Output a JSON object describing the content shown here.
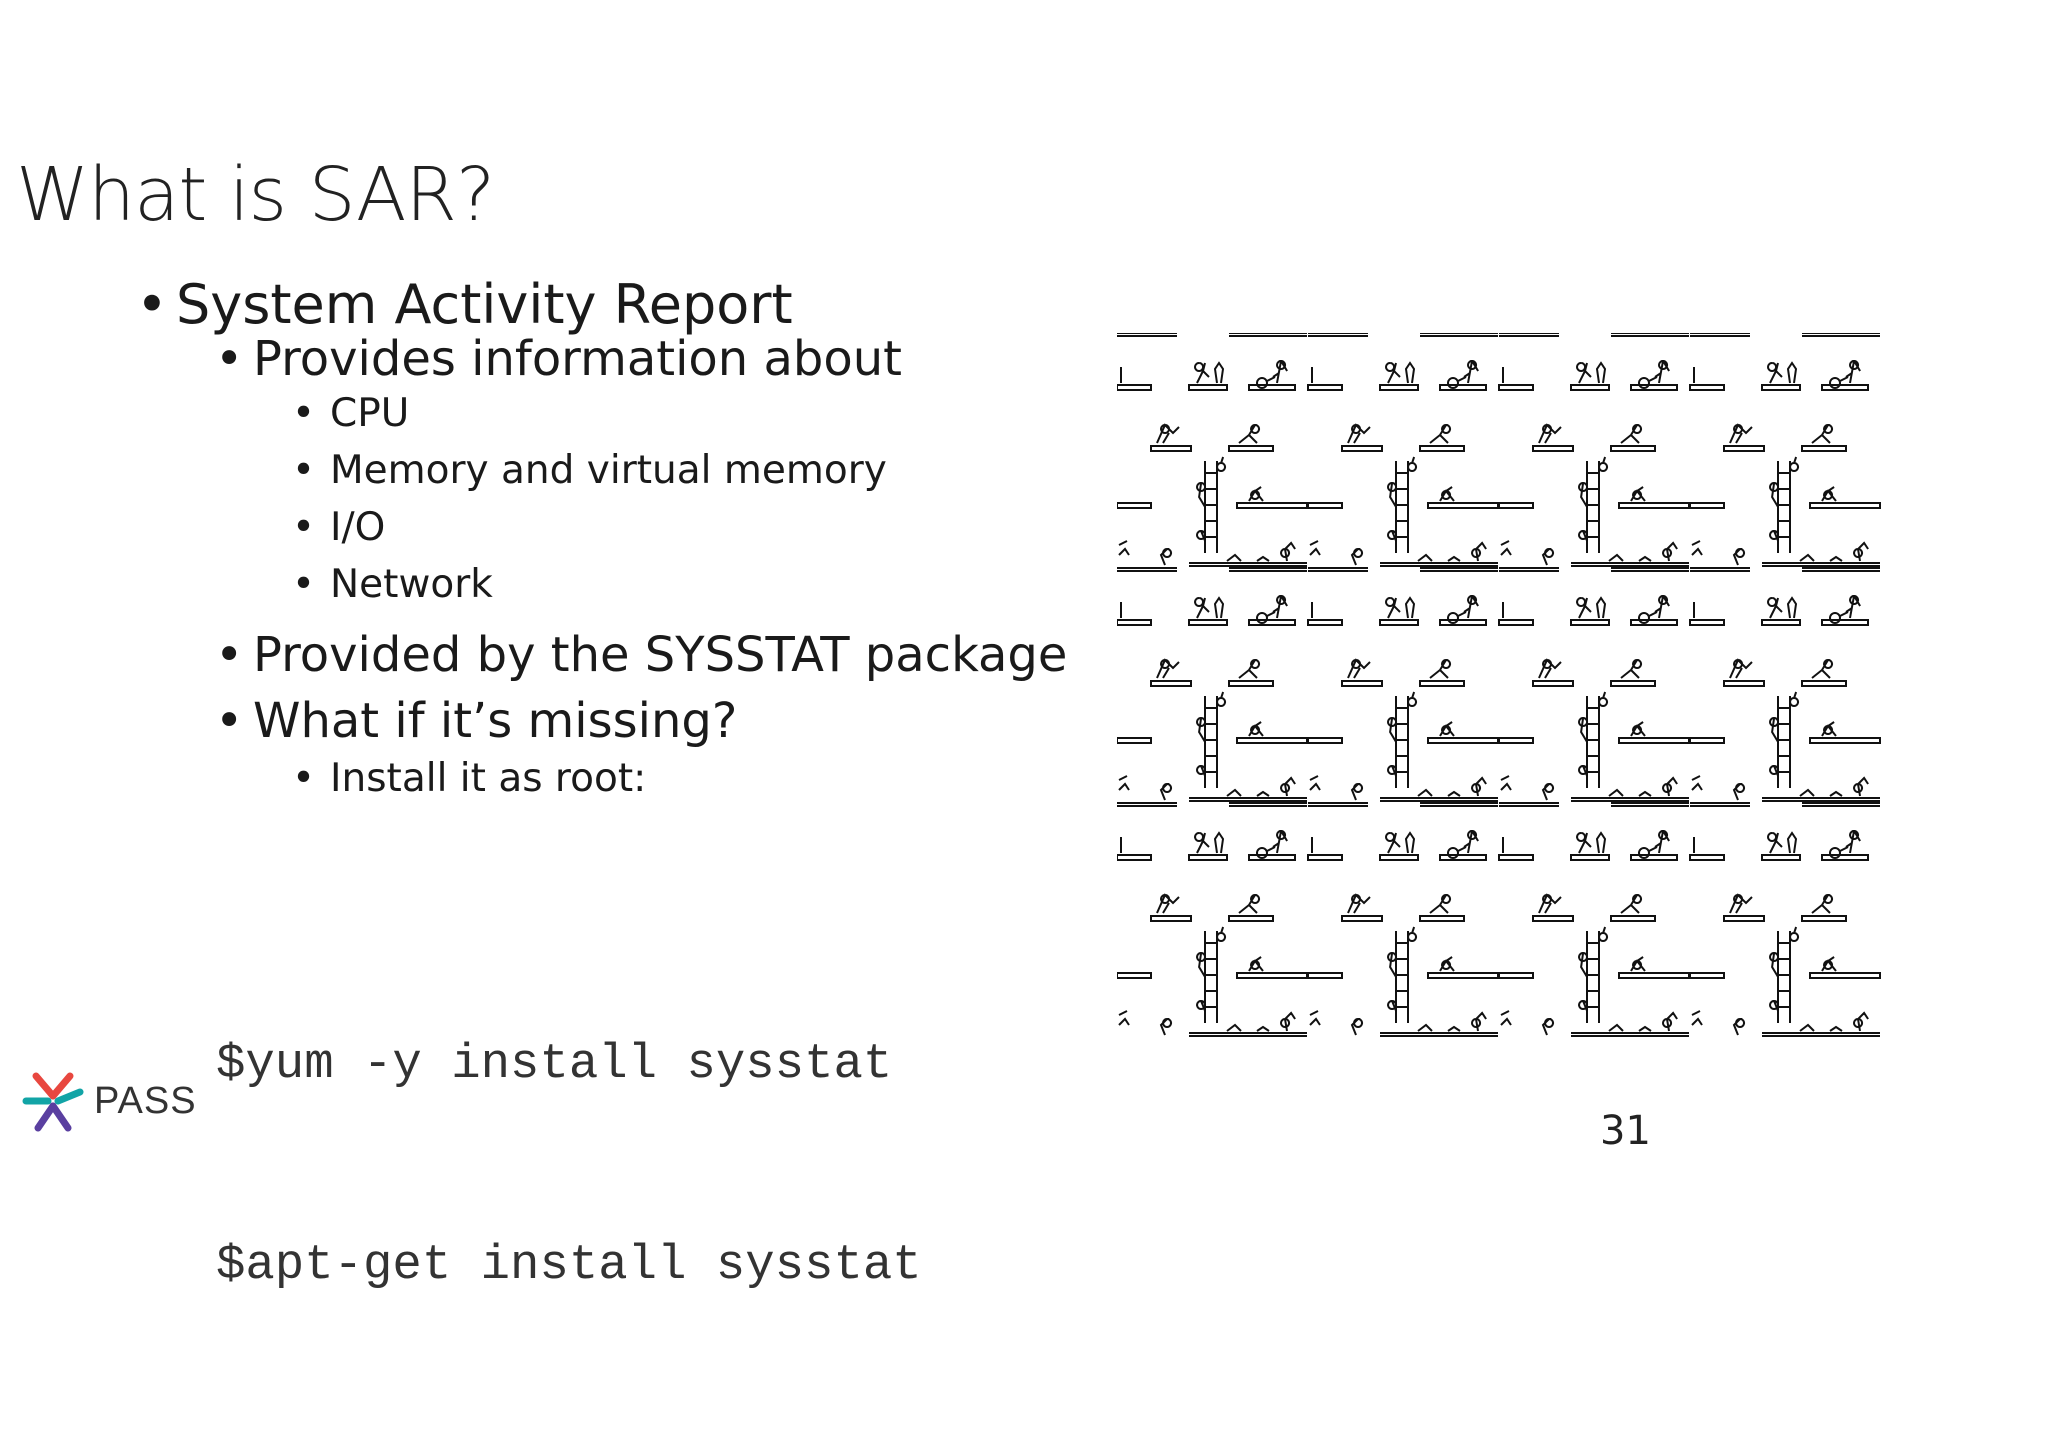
{
  "slide": {
    "title": "What is SAR?",
    "bullets": [
      {
        "level": 1,
        "text": "System Activity Report"
      },
      {
        "level": 2,
        "text": "Provides information about"
      },
      {
        "level": 3,
        "text": "CPU"
      },
      {
        "level": 3,
        "text": "Memory and virtual memory"
      },
      {
        "level": 3,
        "text": "I/O"
      },
      {
        "level": 3,
        "text": "Network"
      },
      {
        "level": 2,
        "text": "Provided by the SYSSTAT package"
      },
      {
        "level": 2,
        "text": "What if it’s missing?"
      },
      {
        "level": 3,
        "text": "Install it as root:"
      }
    ],
    "code_lines": [
      "$yum -y install sysstat",
      "$apt-get install sysstat"
    ],
    "logo": {
      "text": "PASS",
      "colors": [
        "#e8473f",
        "#12a4a6",
        "#5a3fa0",
        "#6d6e71"
      ]
    },
    "page_number": "31",
    "illustration": {
      "icon": "stick-figure-ladder-pattern-icon"
    }
  }
}
